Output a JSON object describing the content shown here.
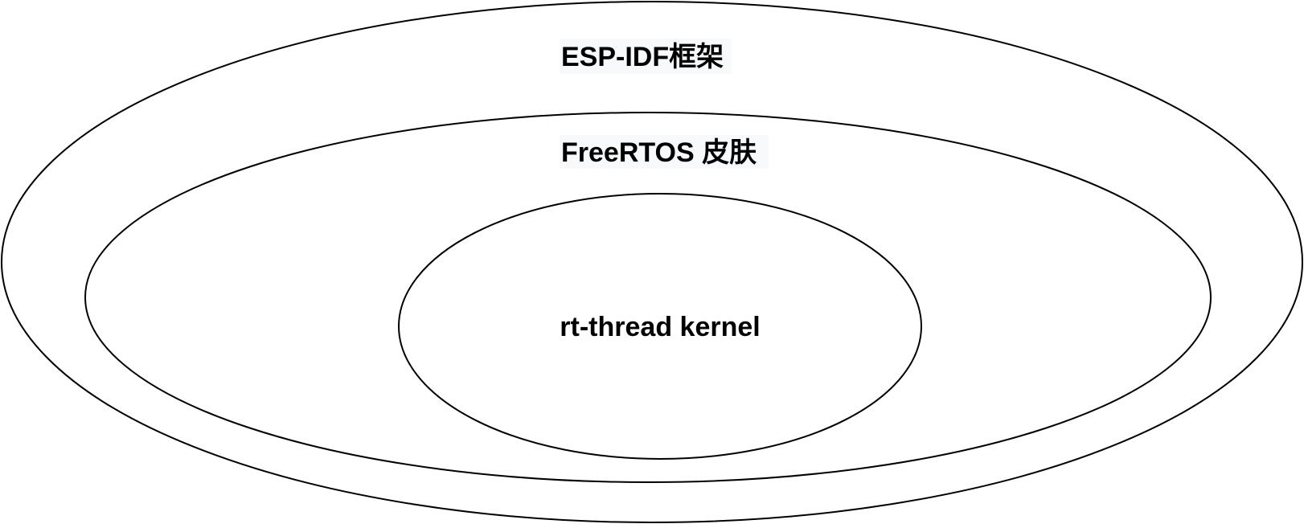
{
  "diagram": {
    "layers": [
      {
        "id": "esp-idf",
        "label": "ESP-IDF框架"
      },
      {
        "id": "freertos",
        "label": "FreeRTOS 皮肤"
      },
      {
        "id": "rtthread",
        "label": "rt-thread kernel"
      }
    ]
  }
}
